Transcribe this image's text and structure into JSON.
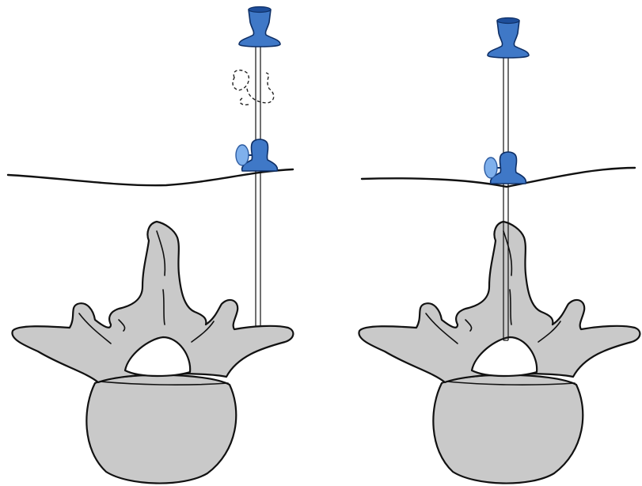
{
  "figure": {
    "panels": [
      {
        "id": "left",
        "stage": "needle-tip-on-lamina"
      },
      {
        "id": "right",
        "stage": "needle-advanced-into-canal"
      }
    ],
    "colors": {
      "bone": "#c9c9c9",
      "needle_hub": "#3f78c7",
      "wheel": "#7fb0ec",
      "outline": "#111111",
      "canal": "#ffffff"
    },
    "icons": [
      "syringe-hub-icon",
      "depth-stop-icon",
      "vertebra-icon"
    ]
  }
}
